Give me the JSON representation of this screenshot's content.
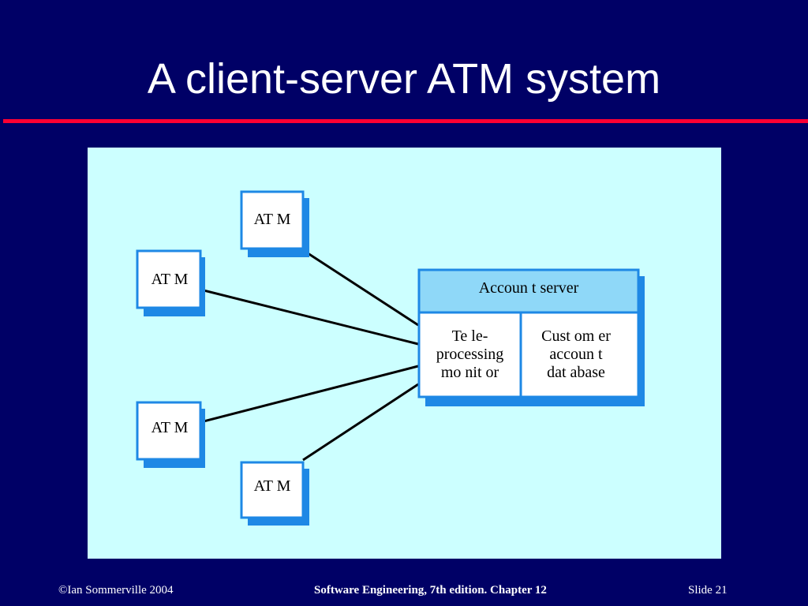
{
  "slide": {
    "title": "A client-server ATM system"
  },
  "diagram": {
    "atm_label": "AT M",
    "server": {
      "header": "Accoun t server",
      "left_box": "Te le-\nprocessing\nmo nit or",
      "right_box": "Cust om er\naccoun t\ndat abase"
    }
  },
  "footer": {
    "left": "©Ian Sommerville 2004",
    "center": "Software Engineering, 7th edition. Chapter 12",
    "right": "Slide  21"
  },
  "colors": {
    "background": "#000066",
    "rule": "#ff0033",
    "panel": "#ccffff",
    "box_border": "#1e88e5",
    "box_shadow": "#1e88e5",
    "server_header": "#8fd8f8"
  }
}
